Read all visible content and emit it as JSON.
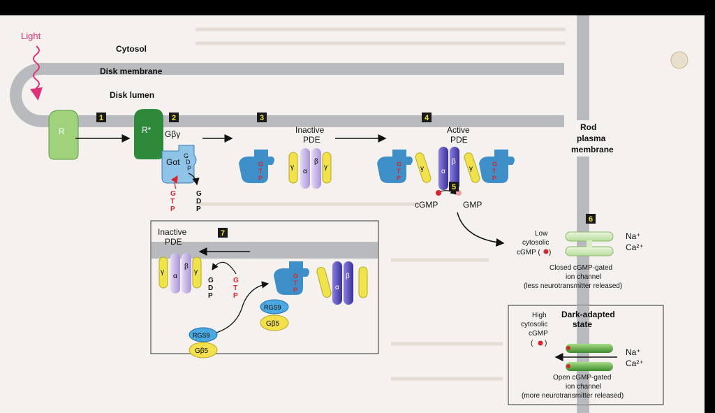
{
  "labels": {
    "light": "Light",
    "cytosol": "Cytosol",
    "disk_membrane": "Disk membrane",
    "disk_lumen": "Disk lumen",
    "receptor_R": "R",
    "receptor_R_star": "R*",
    "g_beta_gamma": "Gβγ",
    "g_alpha_t": "Gαt",
    "gdp_letters": [
      "G",
      "D",
      "P"
    ],
    "gtp_letters": [
      "G",
      "T",
      "P"
    ],
    "inactive_pde": [
      "Inactive",
      "PDE"
    ],
    "active_pde": [
      "Active",
      "PDE"
    ],
    "alpha": "α",
    "beta": "β",
    "gamma": "γ",
    "cgmp": "cGMP",
    "gmp": "GMP",
    "rod_plasma_membrane": [
      "Rod",
      "plasma",
      "membrane"
    ],
    "low_cgmp": [
      "Low",
      "cytosolic",
      "cGMP (",
      " )"
    ],
    "na": "Na⁺",
    "ca": "Ca²⁺",
    "closed_channel": [
      "Closed cGMP-gated",
      "ion channel",
      "(less neurotransmitter released)"
    ],
    "high_cgmp": [
      "High",
      "cytosolic",
      "cGMP",
      "( ",
      ")"
    ],
    "dark_adapted": [
      "Dark-adapted",
      "state"
    ],
    "open_channel": [
      "Open cGMP-gated",
      "ion channel",
      "(more neurotransmitter released)"
    ],
    "rgs9": "RGS9",
    "gbeta5": "Gβ5",
    "inset_inactive_pde": [
      "Inactive",
      "PDE"
    ]
  },
  "steps": [
    "1",
    "2",
    "3",
    "4",
    "5",
    "6",
    "7"
  ],
  "colors": {
    "membrane": "#b9babd",
    "receptor_light": "#9fd27a",
    "receptor_dark": "#2e8a3a",
    "transducin": "#8fc3e8",
    "transducin_dark": "#3e7fb5",
    "pde_light": "#c9b8e6",
    "pde_dark": "#5a4fb8",
    "pde_gamma": "#f0e24a",
    "rgs9": "#4aa9e0",
    "gbeta5": "#f3e04a",
    "channel": "#6bb84a",
    "gtp_red": "#d8262f",
    "light_arrow": "#e0307a"
  }
}
